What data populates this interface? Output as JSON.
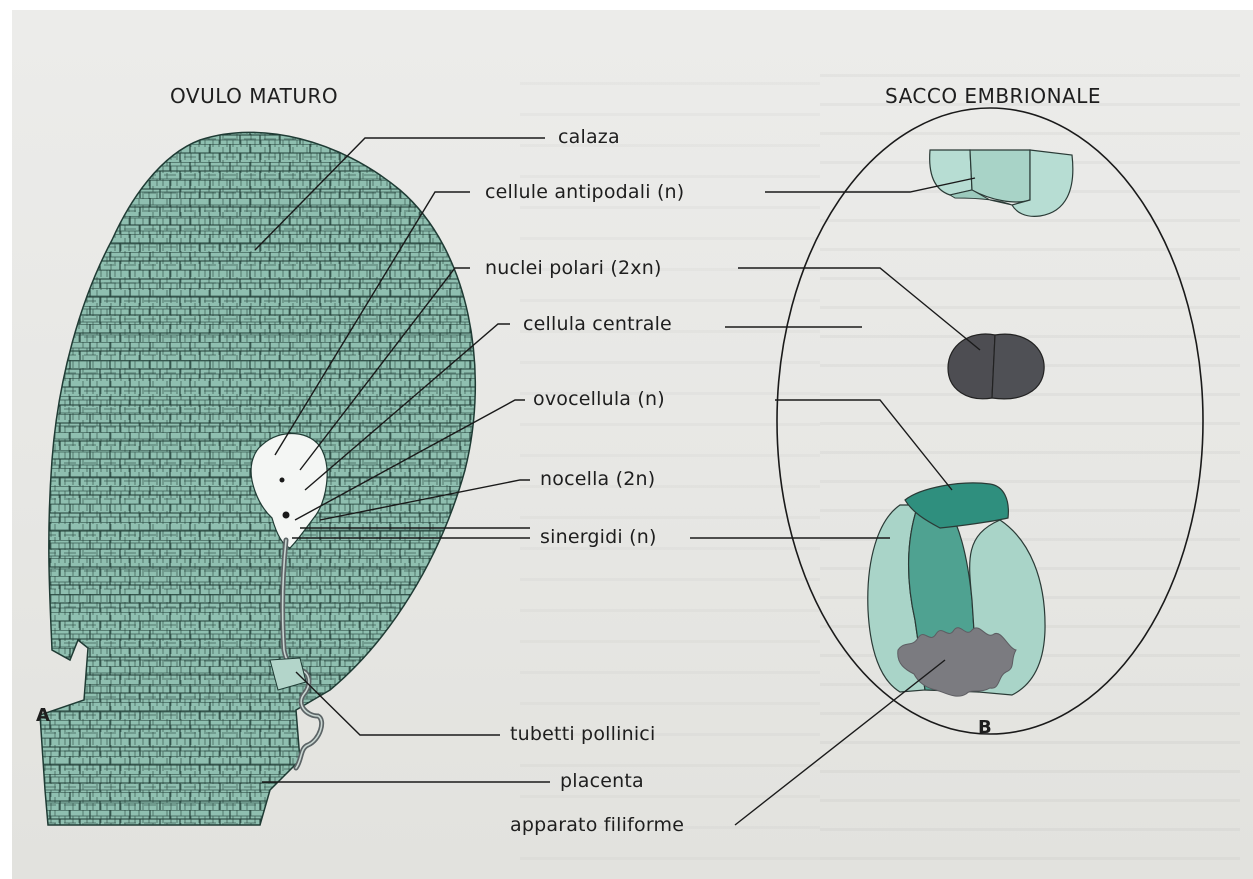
{
  "titles": {
    "left": "OVULO MATURO",
    "right": "SACCO EMBRIONALE"
  },
  "panel_letters": {
    "a": "A",
    "b": "B"
  },
  "labels": {
    "calaza": "calaza",
    "antipodali": "cellule antipodali (n)",
    "nuclei_polari": "nuclei polari (2xn)",
    "cellula_centrale": "cellula centrale",
    "ovocellula": "ovocellula (n)",
    "nocella": "nocella (2n)",
    "sinergidi": "sinergidi (n)",
    "tubetti": "tubetti pollinici",
    "placenta": "placenta",
    "filiforme": "apparato filiforme"
  },
  "colors": {
    "tissue": "#8fbfb0",
    "tissue_light": "#cfe6de",
    "nuclei": "#4d4d52",
    "egg_cell": "#2f8f7e",
    "synergid": "#5aa694",
    "filiform": "#7b7b80",
    "background": "#e8e8e5",
    "line": "#1a1a1a"
  }
}
